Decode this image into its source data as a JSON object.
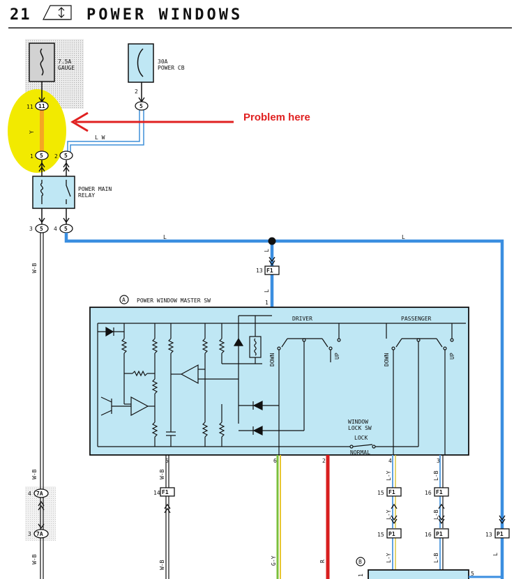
{
  "header": {
    "page_number": "21",
    "title": "POWER WINDOWS"
  },
  "annotation": {
    "text": "Problem here"
  },
  "components": {
    "fuse": {
      "rating": "7.5A",
      "name": "GAUGE"
    },
    "breaker": {
      "rating": "30A",
      "name": "POWER CB"
    },
    "relay": {
      "line1": "POWER MAIN",
      "line2": "RELAY"
    },
    "master_switch": {
      "letter": "A",
      "name": "POWER WINDOW MASTER SW",
      "driver": "DRIVER",
      "passenger": "PASSENGER",
      "down": "DOWN",
      "up": "UP",
      "lock_sw_1": "WINDOW",
      "lock_sw_2": "LOCK SW",
      "lock": "LOCK",
      "normal": "NORMAL"
    },
    "lower_component": {
      "letter": "B",
      "pin_left": "1",
      "pin_right": "5"
    }
  },
  "connectors": {
    "c11": {
      "label": "11",
      "pin": "11"
    },
    "c5": "5",
    "c7a": "7A",
    "f1": "F1",
    "p1": "P1"
  },
  "wire_labels": {
    "y": "Y",
    "lw": "L W",
    "wb": "W-B",
    "l": "L",
    "ly": "L-Y",
    "lb": "L-B",
    "gy": "G-Y",
    "r": "R"
  },
  "pins": {
    "p1": "1",
    "p2": "2",
    "p3": "3",
    "p4": "4",
    "p5": "5",
    "p6": "6",
    "p13": "13",
    "p14": "14",
    "p15": "15",
    "p16": "16"
  }
}
